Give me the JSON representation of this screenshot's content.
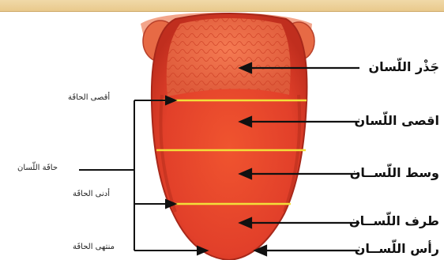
{
  "labels_right": [
    "جَذْر اللّسان",
    "اقصى اللّسان",
    "وسط اللّســان",
    "طرف اللّســان",
    "رأس اللّســان"
  ],
  "labels_left": {
    "aqsa": "أقصى الحافَة",
    "hafa": "حافَة اللّسان",
    "adna": "أدنى الحافَة",
    "muntaha": "منتهى الحافَة"
  },
  "colors": {
    "tongue": "#e8432d",
    "tongue_dark": "#b8281a",
    "background": "#ffffff",
    "yellow_line": "#f2df3a",
    "line": "#111111",
    "top_band": "#eed3a0"
  }
}
